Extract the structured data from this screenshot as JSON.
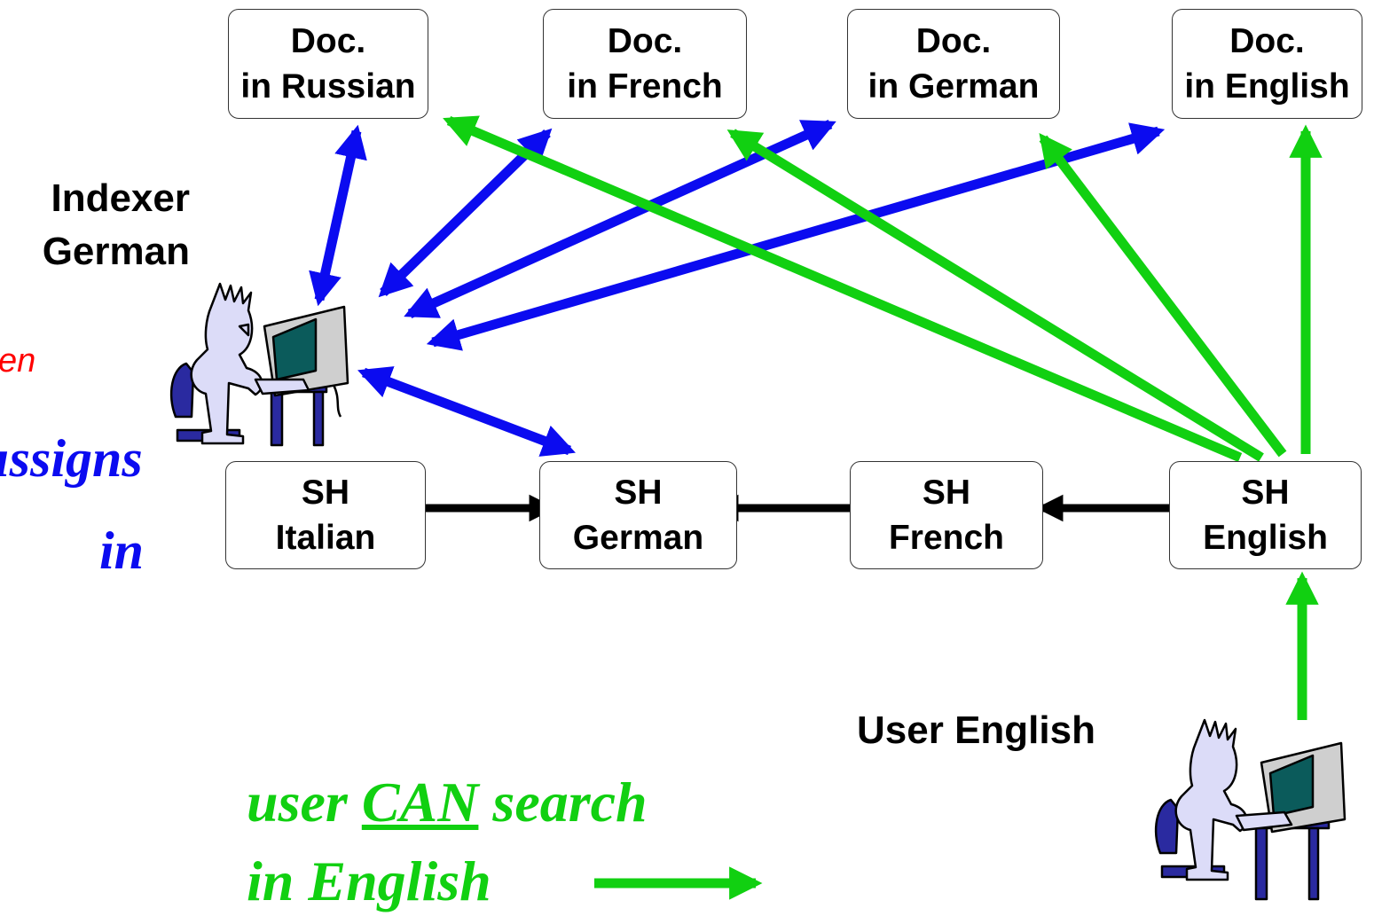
{
  "doc_boxes": {
    "russian": {
      "line1": "Doc.",
      "line2": "in Russian"
    },
    "french": {
      "line1": "Doc.",
      "line2": "in French"
    },
    "german": {
      "line1": "Doc.",
      "line2": "in German"
    },
    "english": {
      "line1": "Doc.",
      "line2": "in English"
    }
  },
  "sh_boxes": {
    "italian": {
      "line1": "SH",
      "line2": "Italian"
    },
    "german": {
      "line1": "SH",
      "line2": "German"
    },
    "french": {
      "line1": "SH",
      "line2": "French"
    },
    "english": {
      "line1": "SH",
      "line2": "English"
    }
  },
  "indexer": {
    "line1": "Indexer",
    "line2": "German"
  },
  "user_label": "User English",
  "cut_text": {
    "red_fragment": "en",
    "blue_line1": "ıssigns",
    "blue_line2": "in"
  },
  "caption": {
    "prefix": "user ",
    "emph": "CAN",
    "suffix": " search",
    "line2": "in English"
  },
  "colors": {
    "blue": "#0b0bf0",
    "green": "#11d011",
    "black": "#000000",
    "red": "#ff0000",
    "person": "#dcdcf8"
  },
  "icons": [
    "person-at-computer-icon",
    "person-at-computer-icon"
  ]
}
